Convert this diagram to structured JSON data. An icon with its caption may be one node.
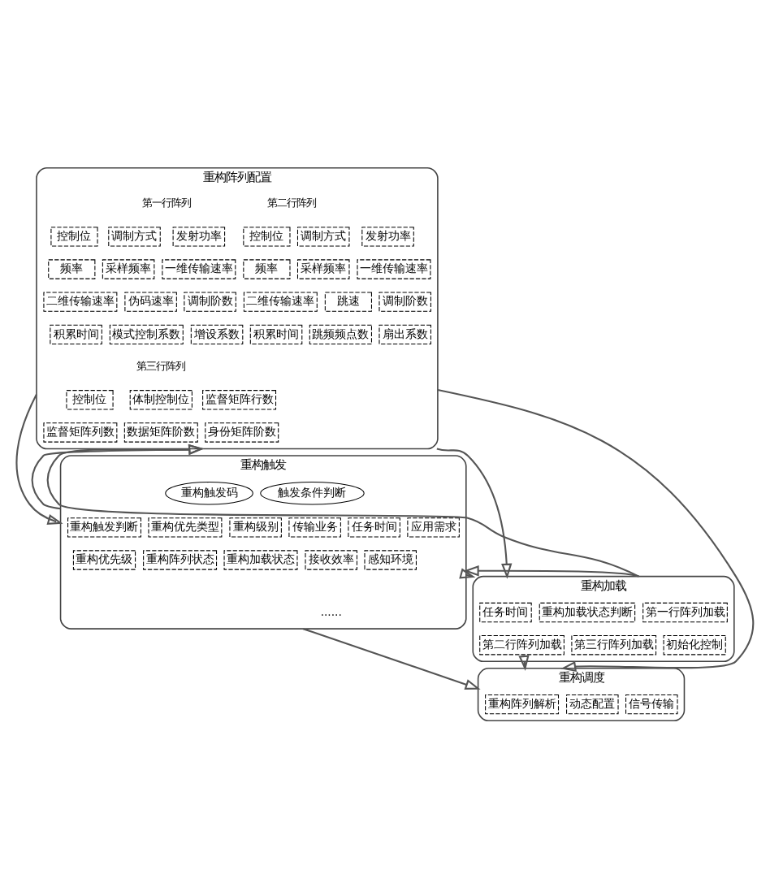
{
  "diagram": {
    "nodes": [
      {
        "text": [
          "重构阵列配置"
        ]
      },
      {
        "text": [
          "第一行阵列"
        ],
        "in": 0
      },
      {
        "text": [
          "控制位"
        ],
        "in": 0
      },
      {
        "text": [
          "调制方式"
        ],
        "in": 0
      },
      {
        "text": [
          "发射功率"
        ],
        "in": 0
      },
      {
        "text": [
          "频率"
        ],
        "in": 0
      },
      {
        "text": [
          "采样频率"
        ],
        "in": 0
      },
      {
        "text": [
          "一维传输速率"
        ],
        "in": 0
      },
      {
        "text": [
          "二维传输速率"
        ],
        "in": 0
      },
      {
        "text": [
          "伪码速率"
        ],
        "in": 0
      },
      {
        "text": [
          "调制阶数"
        ],
        "in": 0
      },
      {
        "text": [
          "积累时间"
        ],
        "in": 0
      },
      {
        "text": [
          "模式控制系数"
        ],
        "in": 0
      },
      {
        "text": [
          "增设系数"
        ],
        "in": 0
      },
      {
        "text": [
          "第二行阵列"
        ],
        "in": 0
      },
      {
        "text": [
          "控制位"
        ],
        "in": 0
      },
      {
        "text": [
          "调制方式"
        ],
        "in": 0
      },
      {
        "text": [
          "发射功率"
        ],
        "in": 0
      },
      {
        "text": [
          "频率"
        ],
        "in": 0
      },
      {
        "text": [
          "采样频率"
        ],
        "in": 0
      },
      {
        "text": [
          "一维传输速率"
        ],
        "in": 0
      },
      {
        "text": [
          "二维传输速率"
        ],
        "in": 0
      },
      {
        "text": [
          "跳速"
        ],
        "in": 0
      },
      {
        "text": [
          "调制阶数"
        ],
        "in": 0
      },
      {
        "text": [
          "积累时间"
        ],
        "in": 0
      },
      {
        "text": [
          "跳频频点数"
        ],
        "in": 0
      },
      {
        "text": [
          "扇出系数"
        ],
        "in": 0
      },
      {
        "text": [
          "第三行阵列"
        ],
        "in": 0
      },
      {
        "text": [
          "控制位"
        ],
        "in": 0
      },
      {
        "text": [
          "体制控制位"
        ],
        "in": 0
      },
      {
        "text": [
          "监督矩阵行数"
        ],
        "in": 0
      },
      {
        "text": [
          "监督矩阵列数"
        ],
        "in": 0
      },
      {
        "text": [
          "数据矩阵阶数"
        ],
        "in": 0
      },
      {
        "text": [
          "身份矩阵阶数"
        ],
        "in": 0
      },
      {
        "text": [
          "重构触发"
        ]
      },
      {
        "text": [
          "重构触发码"
        ],
        "in": 34
      },
      {
        "text": [
          "重构触发判断"
        ],
        "in": 34
      },
      {
        "text": [
          "重构优先类型"
        ],
        "in": 34
      },
      {
        "text": [
          "重构级别"
        ],
        "in": 34
      },
      {
        "text": [
          "重构优先级"
        ],
        "in": 34
      },
      {
        "text": [
          "重构阵列状态"
        ],
        "in": 34
      },
      {
        "text": [
          "重构加载状态"
        ],
        "in": 34
      },
      {
        "text": [
          "触发条件判断"
        ],
        "in": 34
      },
      {
        "text": [
          "任务时间"
        ],
        "in": 34
      },
      {
        "text": [
          "传输业务"
        ],
        "in": 34
      },
      {
        "text": [
          "应用需求"
        ],
        "in": 34
      },
      {
        "text": [
          "感知环境"
        ],
        "in": 34
      },
      {
        "text": [
          "接收效率"
        ],
        "in": 34
      },
      {
        "text": [
          "重构加载"
        ]
      },
      {
        "text": [
          "任务时间"
        ],
        "in": 48
      },
      {
        "text": [
          "重构加载状态判断"
        ],
        "in": 48
      },
      {
        "text": [
          "第一行阵列加载"
        ],
        "in": 48
      },
      {
        "text": [
          "第二行阵列加载"
        ],
        "in": 48
      },
      {
        "text": [
          "第三行阵列加载"
        ],
        "in": 48
      },
      {
        "text": [
          "初始化控制"
        ],
        "in": 48
      },
      {
        "text": [
          "重构调度"
        ]
      },
      {
        "text": [
          "重构阵列解析"
        ],
        "in": 55
      },
      {
        "text": [
          "动态配置"
        ],
        "in": 55
      },
      {
        "text": [
          "信号传输"
        ],
        "in": 55
      }
    ],
    "edges": [
      {
        "from": 0,
        "to": 34,
        "arrow": "to"
      },
      {
        "from": 34,
        "to": 0,
        "arrow": "to"
      },
      {
        "from": 0,
        "to": 48,
        "arrow": "to"
      },
      {
        "from": 48,
        "to": 0,
        "arrow": "to"
      },
      {
        "from": 0,
        "to": 55,
        "arrow": "to"
      },
      {
        "from": 34,
        "to": 48,
        "arrow": "to"
      },
      {
        "from": 48,
        "to": 34,
        "arrow": "to"
      },
      {
        "from": 48,
        "to": 55,
        "arrow": "to"
      },
      {
        "from": 34,
        "to": 55,
        "arrow": "to"
      }
    ],
    "labels": [
      "......"
    ]
  }
}
